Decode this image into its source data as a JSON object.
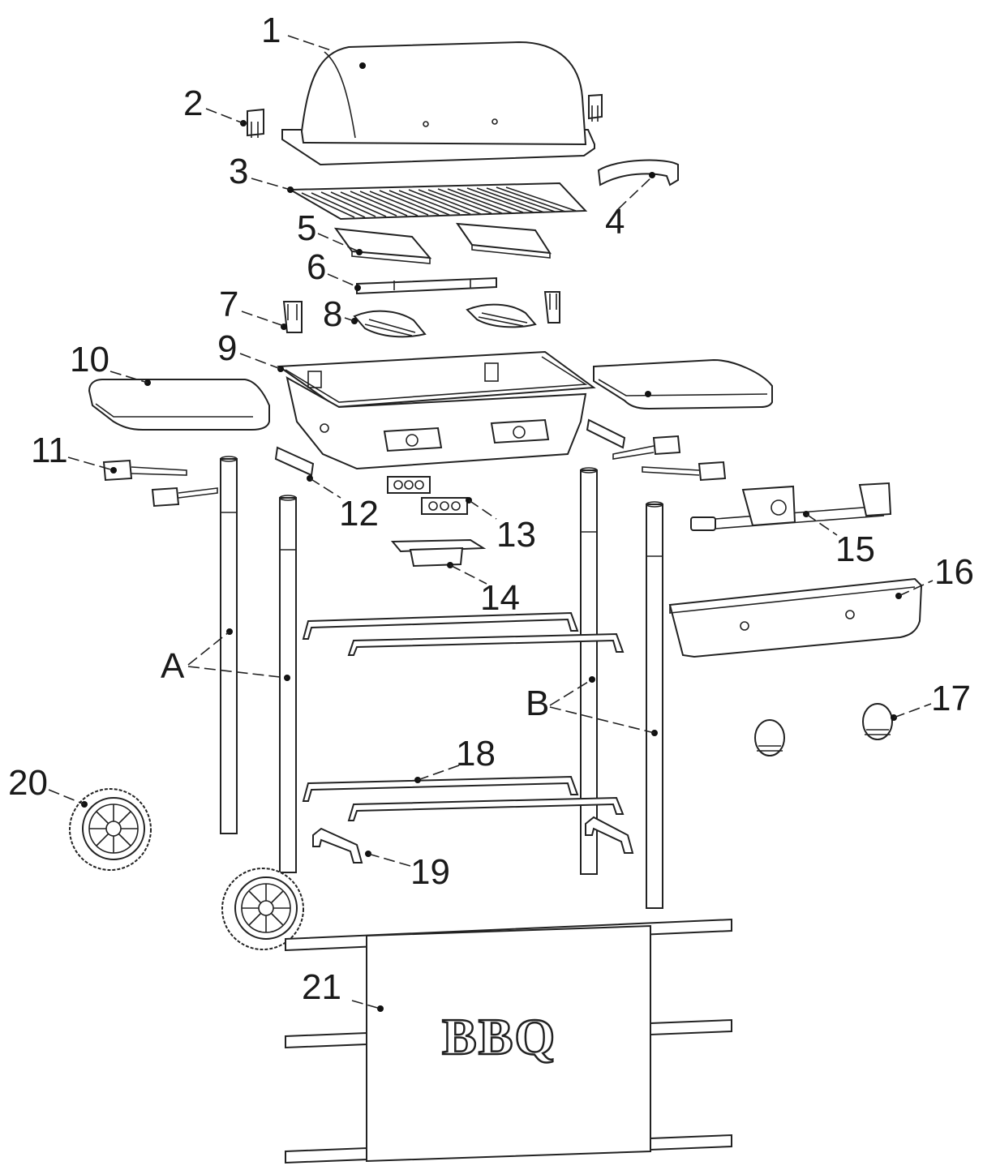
{
  "callouts": [
    {
      "id": "1",
      "label": "1"
    },
    {
      "id": "2",
      "label": "2"
    },
    {
      "id": "3",
      "label": "3"
    },
    {
      "id": "4",
      "label": "4"
    },
    {
      "id": "5",
      "label": "5"
    },
    {
      "id": "6",
      "label": "6"
    },
    {
      "id": "7",
      "label": "7"
    },
    {
      "id": "8",
      "label": "8"
    },
    {
      "id": "9",
      "label": "9"
    },
    {
      "id": "10",
      "label": "10"
    },
    {
      "id": "11",
      "label": "11"
    },
    {
      "id": "12",
      "label": "12"
    },
    {
      "id": "13",
      "label": "13"
    },
    {
      "id": "14",
      "label": "14"
    },
    {
      "id": "15",
      "label": "15"
    },
    {
      "id": "16",
      "label": "16"
    },
    {
      "id": "17",
      "label": "17"
    },
    {
      "id": "18",
      "label": "18"
    },
    {
      "id": "19",
      "label": "19"
    },
    {
      "id": "20",
      "label": "20"
    },
    {
      "id": "21",
      "label": "21"
    },
    {
      "id": "A",
      "label": "A"
    },
    {
      "id": "B",
      "label": "B"
    }
  ],
  "front_panel_text": "BBQ",
  "colors": {
    "line": "#222222",
    "background": "#ffffff"
  }
}
